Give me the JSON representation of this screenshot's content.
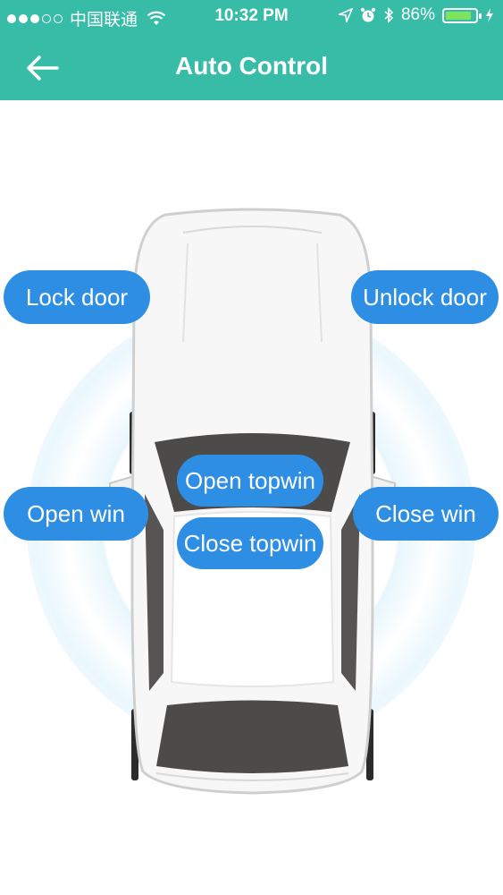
{
  "status_bar": {
    "carrier": "中国联通",
    "time": "10:32 PM",
    "battery": "86%",
    "battery_level": 0.86
  },
  "nav": {
    "title": "Auto Control"
  },
  "controls": {
    "lock_door": "Lock door",
    "unlock_door": "Unlock door",
    "open_win": "Open win",
    "close_win": "Close win",
    "open_topwin": "Open topwin",
    "close_topwin": "Close topwin"
  },
  "colors": {
    "header": "#37bca7",
    "button": "#2d8ee4"
  }
}
